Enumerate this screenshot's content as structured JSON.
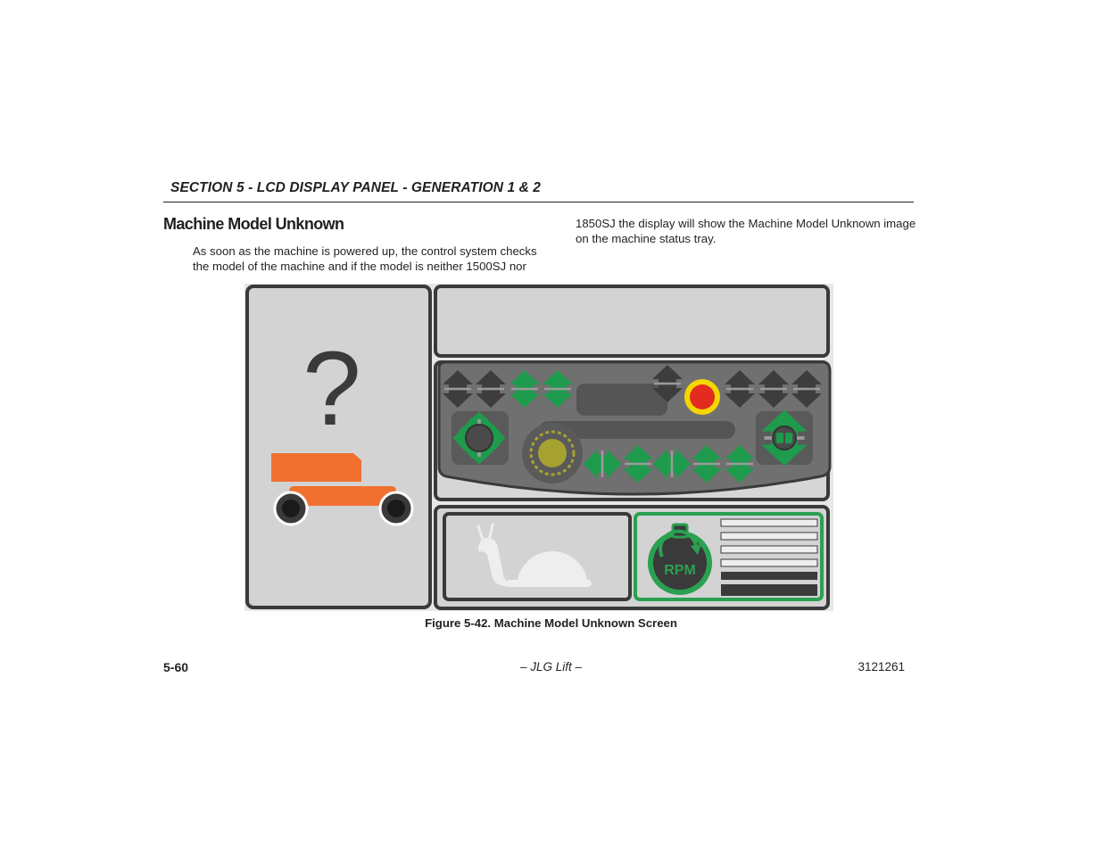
{
  "header": {
    "section_title": "SECTION 5 - LCD DISPLAY PANEL - GENERATION 1 & 2"
  },
  "content": {
    "heading": "Machine Model Unknown",
    "paragraph_left": [
      "As soon as the machine is powered up, the control system checks",
      "the model of the machine and if the model is neither 1500SJ nor"
    ],
    "paragraph_right": [
      "1850SJ the display will show the Machine Model Unknown image",
      "on the machine status tray."
    ]
  },
  "figure": {
    "unknown_symbol": "?",
    "rpm_label": "RPM",
    "caption": "Figure 5-42. Machine Model Unknown Screen",
    "icons": [
      "question-mark-icon",
      "machine-icon",
      "arrow-icon",
      "emergency-stop-icon",
      "joystick-icon",
      "drive-dial-icon",
      "snail-icon",
      "rpm-icon"
    ],
    "colors": {
      "panel_gray": "#d4d4d4",
      "frame_dark": "#3a3a3a",
      "arrow_green": "#1e9b4c",
      "arrow_gray": "#3d3d3d",
      "machine_orange": "#f07030",
      "estop_red": "#e32b20",
      "estop_ring": "#f4d600",
      "dial_olive": "#a6a232",
      "rpm_green": "#2aa050"
    }
  },
  "footer": {
    "page_number": "5-60",
    "center": "– JLG Lift –",
    "doc_number": "3121261"
  }
}
